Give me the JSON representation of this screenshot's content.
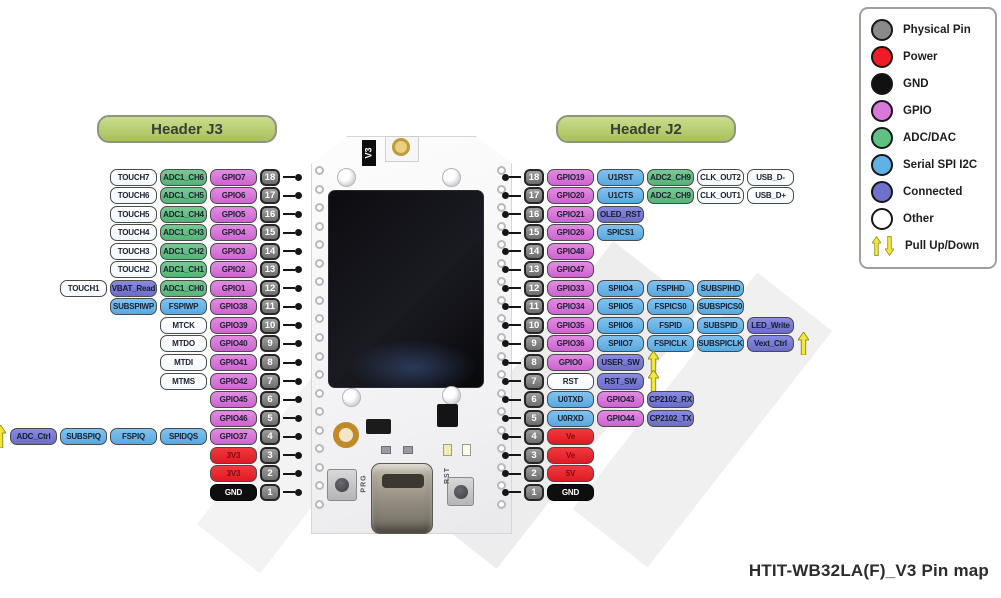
{
  "title": "HTIT-WB32LA(F)_V3 Pin map",
  "headers": {
    "j3": "Header J3",
    "j2": "Header J2"
  },
  "board": {
    "version_tag": "V3",
    "prg_label": "PRG",
    "rst_label": "RST"
  },
  "colors": {
    "gpio": "#d06fd2",
    "adc": "#5bb87a",
    "serial": "#5fadе3",
    "connected": "#6f72cc",
    "power": "#e81c23",
    "gnd": "#0e0e0e",
    "other": "#ffffff",
    "physical_pin": "#8a8a8a",
    "pull_arrow": "#f3e73b",
    "header_pill": "#aec364"
  },
  "legend": {
    "items": [
      {
        "label": "Physical Pin",
        "type": "pin"
      },
      {
        "label": "Power",
        "type": "power"
      },
      {
        "label": "GND",
        "type": "gnd"
      },
      {
        "label": "GPIO",
        "type": "gpio"
      },
      {
        "label": "ADC/DAC",
        "type": "adc"
      },
      {
        "label": "Serial SPI I2C",
        "type": "serial"
      },
      {
        "label": "Connected",
        "type": "conn"
      },
      {
        "label": "Other",
        "type": "other"
      },
      {
        "label": "Pull Up/Down",
        "type": "pull"
      }
    ]
  },
  "j3_rows": [
    {
      "pin": "18",
      "cells": [
        {
          "label": "TOUCH7",
          "type": "other"
        },
        {
          "label": "ADC1_CH6",
          "type": "adc"
        },
        {
          "label": "GPIO7",
          "type": "gpio"
        }
      ]
    },
    {
      "pin": "17",
      "cells": [
        {
          "label": "TOUCH6",
          "type": "other"
        },
        {
          "label": "ADC1_CH5",
          "type": "adc"
        },
        {
          "label": "GPIO6",
          "type": "gpio"
        }
      ]
    },
    {
      "pin": "16",
      "cells": [
        {
          "label": "TOUCH5",
          "type": "other"
        },
        {
          "label": "ADC1_CH4",
          "type": "adc"
        },
        {
          "label": "GPIO5",
          "type": "gpio"
        }
      ]
    },
    {
      "pin": "15",
      "cells": [
        {
          "label": "TOUCH4",
          "type": "other"
        },
        {
          "label": "ADC1_CH3",
          "type": "adc"
        },
        {
          "label": "GPIO4",
          "type": "gpio"
        }
      ]
    },
    {
      "pin": "14",
      "cells": [
        {
          "label": "TOUCH3",
          "type": "other"
        },
        {
          "label": "ADC1_CH2",
          "type": "adc"
        },
        {
          "label": "GPIO3",
          "type": "gpio"
        }
      ]
    },
    {
      "pin": "13",
      "cells": [
        {
          "label": "TOUCH2",
          "type": "other"
        },
        {
          "label": "ADC1_CH1",
          "type": "adc"
        },
        {
          "label": "GPIO2",
          "type": "gpio"
        }
      ]
    },
    {
      "pin": "12",
      "cells": [
        {
          "label": "TOUCH1",
          "type": "other"
        },
        {
          "label": "VBAT_Read",
          "type": "conn"
        },
        {
          "label": "ADC1_CH0",
          "type": "adc"
        },
        {
          "label": "GPIO1",
          "type": "gpio"
        }
      ]
    },
    {
      "pin": "11",
      "cells": [
        {
          "label": "SUBSPIWP",
          "type": "serial"
        },
        {
          "label": "FSPIWP",
          "type": "serial"
        },
        {
          "label": "GPIO38",
          "type": "gpio"
        }
      ]
    },
    {
      "pin": "10",
      "cells": [
        {
          "label": "MTCK",
          "type": "other"
        },
        {
          "label": "GPIO39",
          "type": "gpio"
        }
      ]
    },
    {
      "pin": "9",
      "cells": [
        {
          "label": "MTDO",
          "type": "other"
        },
        {
          "label": "GPIO40",
          "type": "gpio"
        }
      ]
    },
    {
      "pin": "8",
      "cells": [
        {
          "label": "MTDI",
          "type": "other"
        },
        {
          "label": "GPIO41",
          "type": "gpio"
        }
      ]
    },
    {
      "pin": "7",
      "cells": [
        {
          "label": "MTMS",
          "type": "other"
        },
        {
          "label": "GPIO42",
          "type": "gpio"
        }
      ]
    },
    {
      "pin": "6",
      "cells": [
        {
          "label": "GPIO45",
          "type": "gpio"
        }
      ]
    },
    {
      "pin": "5",
      "cells": [
        {
          "label": "GPIO46",
          "type": "gpio"
        }
      ]
    },
    {
      "pin": "4",
      "arrow": "up-left",
      "cells": [
        {
          "label": "ADC_Ctrl",
          "type": "conn"
        },
        {
          "label": "SUBSPIQ",
          "type": "serial"
        },
        {
          "label": "FSPIQ",
          "type": "serial"
        },
        {
          "label": "SPIDQS",
          "type": "serial"
        },
        {
          "label": "GPIO37",
          "type": "gpio"
        }
      ]
    },
    {
      "pin": "3",
      "cells": [
        {
          "label": "3V3",
          "type": "power"
        }
      ]
    },
    {
      "pin": "2",
      "cells": [
        {
          "label": "3V3",
          "type": "power"
        }
      ]
    },
    {
      "pin": "1",
      "cells": [
        {
          "label": "GND",
          "type": "gnd"
        }
      ]
    }
  ],
  "j2_rows": [
    {
      "pin": "18",
      "cells": [
        {
          "label": "GPIO19",
          "type": "gpio"
        },
        {
          "label": "U1RST",
          "type": "serial"
        },
        {
          "label": "ADC2_CH9",
          "type": "adc"
        },
        {
          "label": "CLK_OUT2",
          "type": "other"
        },
        {
          "label": "USB_D-",
          "type": "other"
        }
      ]
    },
    {
      "pin": "17",
      "cells": [
        {
          "label": "GPIO20",
          "type": "gpio"
        },
        {
          "label": "U1CTS",
          "type": "serial"
        },
        {
          "label": "ADC2_CH9",
          "type": "adc"
        },
        {
          "label": "CLK_OUT1",
          "type": "other"
        },
        {
          "label": "USB_D+",
          "type": "other"
        }
      ]
    },
    {
      "pin": "16",
      "cells": [
        {
          "label": "GPIO21",
          "type": "gpio"
        },
        {
          "label": "OLED_RST",
          "type": "conn"
        }
      ]
    },
    {
      "pin": "15",
      "cells": [
        {
          "label": "GPIO26",
          "type": "gpio"
        },
        {
          "label": "SPICS1",
          "type": "serial"
        }
      ]
    },
    {
      "pin": "14",
      "cells": [
        {
          "label": "GPIO48",
          "type": "gpio"
        }
      ]
    },
    {
      "pin": "13",
      "cells": [
        {
          "label": "GPIO47",
          "type": "gpio"
        }
      ]
    },
    {
      "pin": "12",
      "cells": [
        {
          "label": "GPIO33",
          "type": "gpio"
        },
        {
          "label": "SPIIO4",
          "type": "serial"
        },
        {
          "label": "FSPIHD",
          "type": "serial"
        },
        {
          "label": "SUBSPIHD",
          "type": "serial"
        }
      ]
    },
    {
      "pin": "11",
      "cells": [
        {
          "label": "GPIO34",
          "type": "gpio"
        },
        {
          "label": "SPIIO5",
          "type": "serial"
        },
        {
          "label": "FSPICS0",
          "type": "serial"
        },
        {
          "label": "SUBSPICS0",
          "type": "serial"
        }
      ]
    },
    {
      "pin": "10",
      "cells": [
        {
          "label": "GPIO35",
          "type": "gpio"
        },
        {
          "label": "SPIIO6",
          "type": "serial"
        },
        {
          "label": "FSPID",
          "type": "serial"
        },
        {
          "label": "SUBSPID",
          "type": "serial"
        },
        {
          "label": "LED_Write",
          "type": "conn"
        }
      ]
    },
    {
      "pin": "9",
      "arrow": "up-right",
      "cells": [
        {
          "label": "GPIO36",
          "type": "gpio"
        },
        {
          "label": "SPIIO7",
          "type": "serial"
        },
        {
          "label": "FSPICLK",
          "type": "serial"
        },
        {
          "label": "SUBSPICLK",
          "type": "serial"
        },
        {
          "label": "Vext_Ctrl",
          "type": "conn"
        }
      ]
    },
    {
      "pin": "8",
      "arrow": "up-right",
      "cells": [
        {
          "label": "GPIO0",
          "type": "gpio"
        },
        {
          "label": "USER_SW",
          "type": "conn"
        }
      ]
    },
    {
      "pin": "7",
      "arrow": "up-right",
      "cells": [
        {
          "label": "RST",
          "type": "other"
        },
        {
          "label": "RST_SW",
          "type": "conn"
        }
      ]
    },
    {
      "pin": "6",
      "cells": [
        {
          "label": "U0TXD",
          "type": "serial"
        },
        {
          "label": "GPIO43",
          "type": "gpio"
        },
        {
          "label": "CP2102_RX",
          "type": "conn"
        }
      ]
    },
    {
      "pin": "5",
      "cells": [
        {
          "label": "U0RXD",
          "type": "serial"
        },
        {
          "label": "GPIO44",
          "type": "gpio"
        },
        {
          "label": "CP2102_TX",
          "type": "conn"
        }
      ]
    },
    {
      "pin": "4",
      "cells": [
        {
          "label": "Ve",
          "type": "power"
        }
      ]
    },
    {
      "pin": "3",
      "cells": [
        {
          "label": "Ve",
          "type": "power"
        }
      ]
    },
    {
      "pin": "2",
      "cells": [
        {
          "label": "5V",
          "type": "power"
        }
      ]
    },
    {
      "pin": "1",
      "cells": [
        {
          "label": "GND",
          "type": "gnd"
        }
      ]
    }
  ]
}
